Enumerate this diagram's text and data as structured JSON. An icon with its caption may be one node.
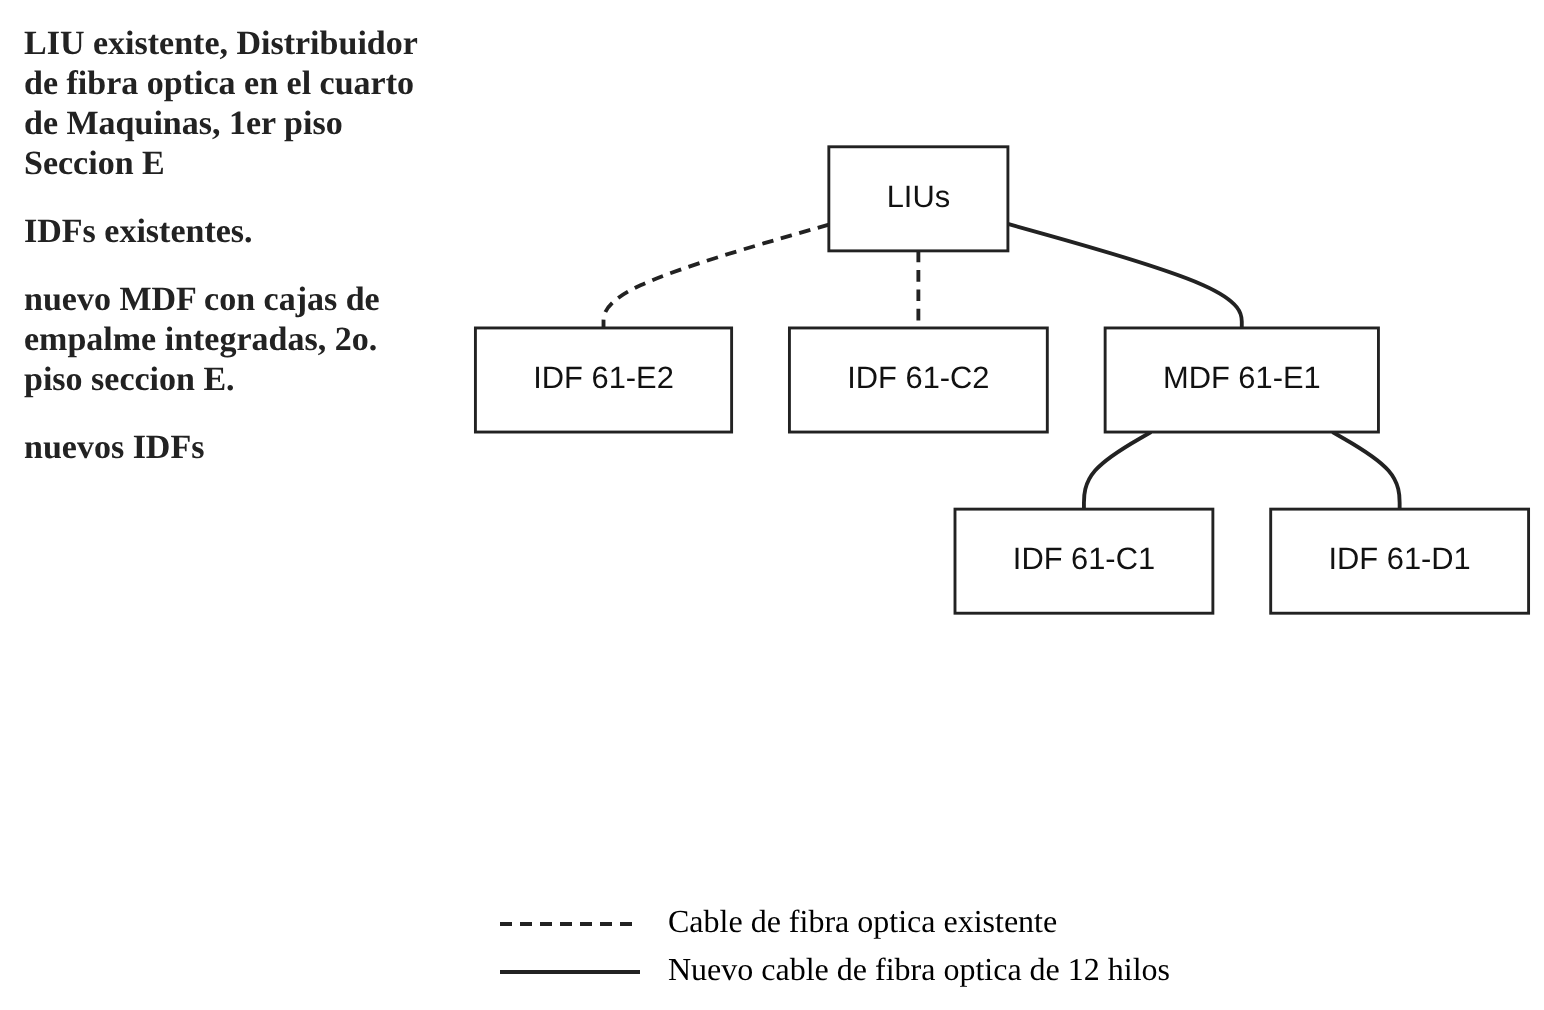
{
  "diagram": {
    "nodes": [
      {
        "text": [
          "IDF 61-E2"
        ]
      },
      {
        "text": [
          "LIUs"
        ]
      },
      {
        "text": [
          "IDF 61-C2"
        ]
      },
      {
        "text": [
          "MDF 61-E1"
        ]
      },
      {
        "text": [
          "IDF 61-C1"
        ]
      },
      {
        "text": [
          "IDF 61-D1"
        ]
      }
    ],
    "edges": [
      {
        "from": 1,
        "to": 0,
        "arrow": "none",
        "style": "dashed"
      },
      {
        "from": 1,
        "to": 2,
        "arrow": "none",
        "style": "dashed"
      },
      {
        "from": 1,
        "to": 3,
        "arrow": "none"
      },
      {
        "from": 3,
        "to": 4,
        "arrow": "none"
      },
      {
        "from": 3,
        "to": 5,
        "arrow": "none"
      }
    ],
    "labels": [
      "LIU existente, Distribuidor de fibra optica en el cuarto de Maquinas, 1er piso Seccion E",
      "IDFs existentes.",
      "nuevo MDF con cajas de empalme integradas, 2o. piso seccion E.",
      "nuevos IDFs"
    ],
    "legend": [
      {
        "text": "Cable de fibra optica existente"
      },
      {
        "text": "Nuevo cable de fibra optica de 12 hilos"
      }
    ]
  }
}
